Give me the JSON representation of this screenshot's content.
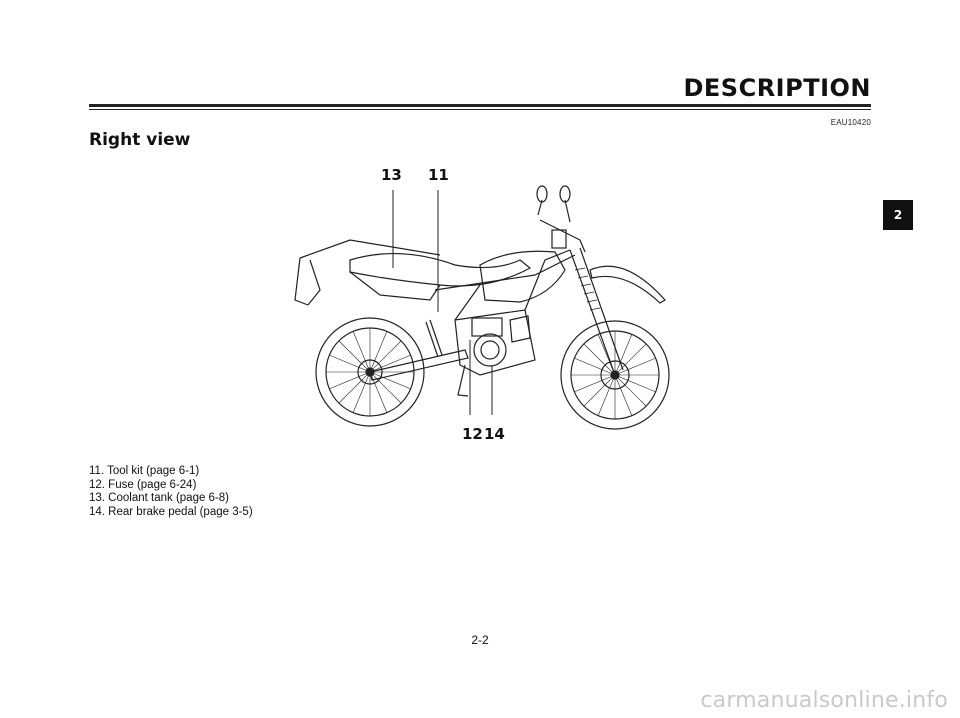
{
  "header": {
    "title": "DESCRIPTION",
    "code": "EAU10420"
  },
  "section": {
    "title": "Right view"
  },
  "chapter_tab": "2",
  "callouts": {
    "c13": "13",
    "c11": "11",
    "c12": "12",
    "c14": "14"
  },
  "legend": [
    "11. Tool kit (page 6-1)",
    "12. Fuse (page 6-24)",
    "13. Coolant tank (page 6-8)",
    "14. Rear brake pedal (page 3-5)"
  ],
  "page_number": "2-2",
  "watermark": "carmanualsonline.info",
  "illustration": {
    "subject": "motorcycle-right-side-line-drawing"
  }
}
